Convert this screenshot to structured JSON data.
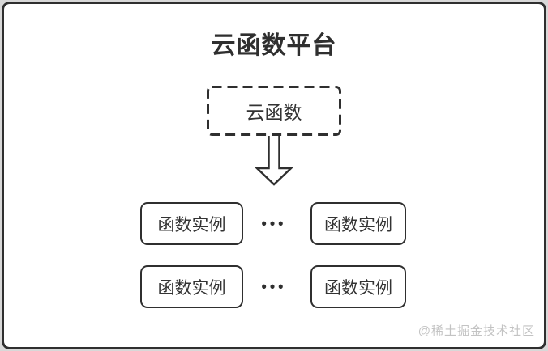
{
  "colors": {
    "page_background": "#d8d8d8",
    "card_background": "#ffffff",
    "frame_border": "#2f2f2f",
    "box_border": "#2f2f2f",
    "text": "#333333",
    "watermark": "#c3c3c3"
  },
  "title": "云函数平台",
  "cloud_function": {
    "label": "云函数"
  },
  "arrow": {
    "icon": "down-arrow",
    "direction": "down"
  },
  "instance_rows": [
    {
      "left_label": "函数实例",
      "dots": "•••",
      "right_label": "函数实例"
    },
    {
      "left_label": "函数实例",
      "dots": "•••",
      "right_label": "函数实例"
    }
  ],
  "watermark": "@稀土掘金技术社区"
}
